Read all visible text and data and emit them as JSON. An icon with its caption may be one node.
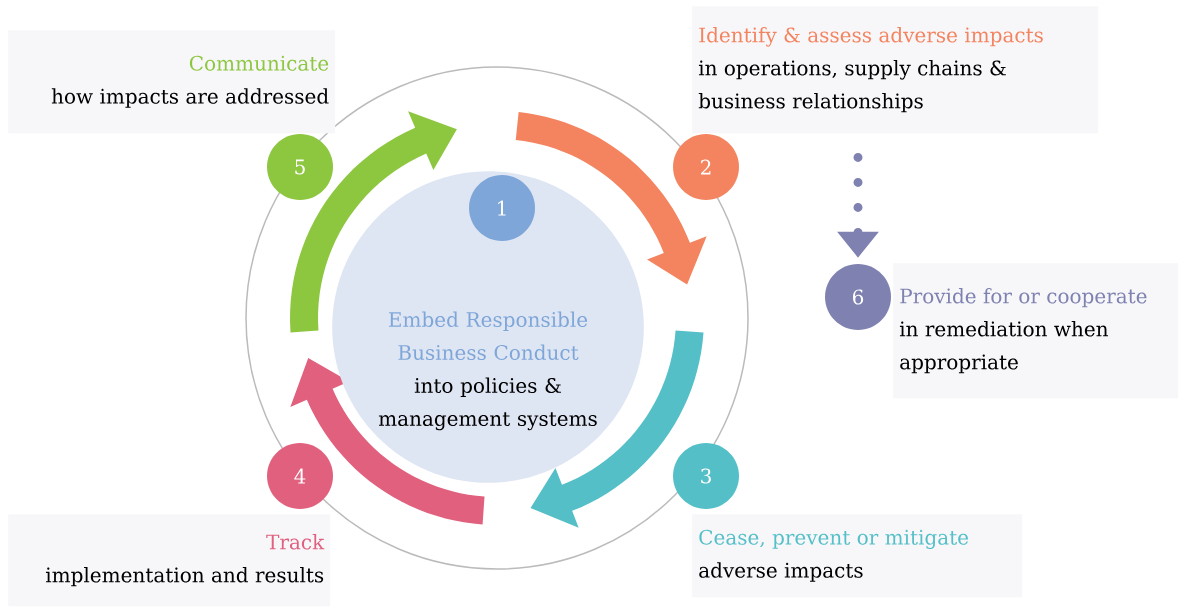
{
  "diagram": {
    "nodes": [
      {
        "text": [
          "Communicate",
          "how impacts are addressed"
        ]
      },
      {
        "text": [
          "5"
        ]
      },
      {
        "text": [
          "Identify & assess adverse impacts",
          "in operations, supply chains & business relationships"
        ]
      },
      {
        "text": [
          "2"
        ]
      },
      {
        "text": [
          "Embed Responsible Business Conduct",
          "into policies & management systems"
        ]
      },
      {
        "text": [
          "1"
        ],
        "in": 4
      },
      {
        "text": [
          "6"
        ]
      },
      {
        "text": [
          "Provide for or cooperate",
          "in remediation when appropriate"
        ]
      },
      {
        "text": [
          "4"
        ]
      },
      {
        "text": [
          "3"
        ]
      },
      {
        "text": [
          "Track",
          "implementation and results"
        ]
      },
      {
        "text": [
          "Cease, prevent or mitigate",
          "adverse impacts"
        ]
      }
    ],
    "edges": [
      {
        "from": 2,
        "to": 6,
        "arrow": "to",
        "style": "dashed"
      }
    ]
  }
}
